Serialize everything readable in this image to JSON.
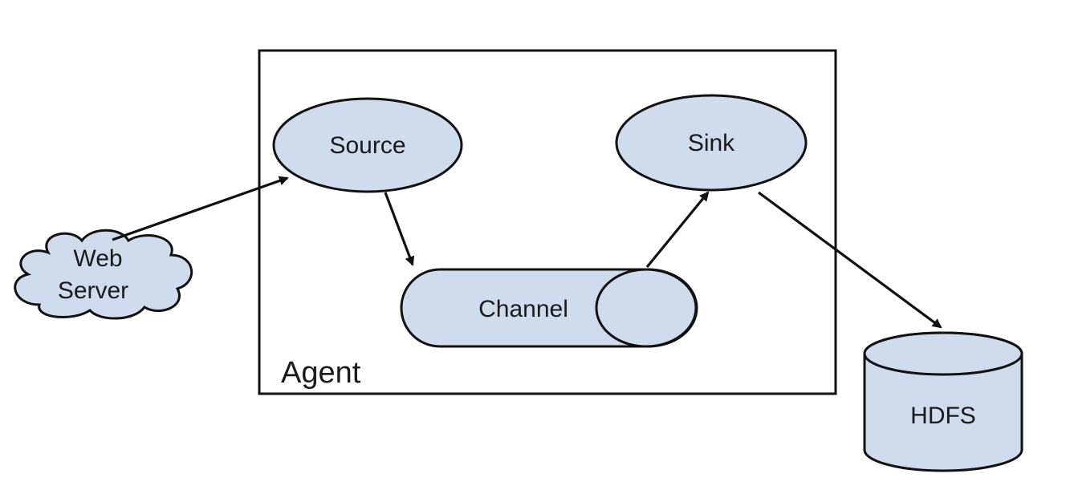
{
  "diagram": {
    "nodes": {
      "web_server": {
        "label_line1": "Web",
        "label_line2": "Server"
      },
      "source": {
        "label": "Source"
      },
      "channel": {
        "label": "Channel"
      },
      "sink": {
        "label": "Sink"
      },
      "hdfs": {
        "label": "HDFS"
      },
      "agent": {
        "label": "Agent"
      }
    },
    "edges": [
      {
        "from": "Web Server",
        "to": "Source"
      },
      {
        "from": "Source",
        "to": "Channel"
      },
      {
        "from": "Channel",
        "to": "Sink"
      },
      {
        "from": "Sink",
        "to": "HDFS"
      }
    ],
    "colors": {
      "node_fill": "#cfdcee",
      "stroke": "#111111"
    }
  }
}
